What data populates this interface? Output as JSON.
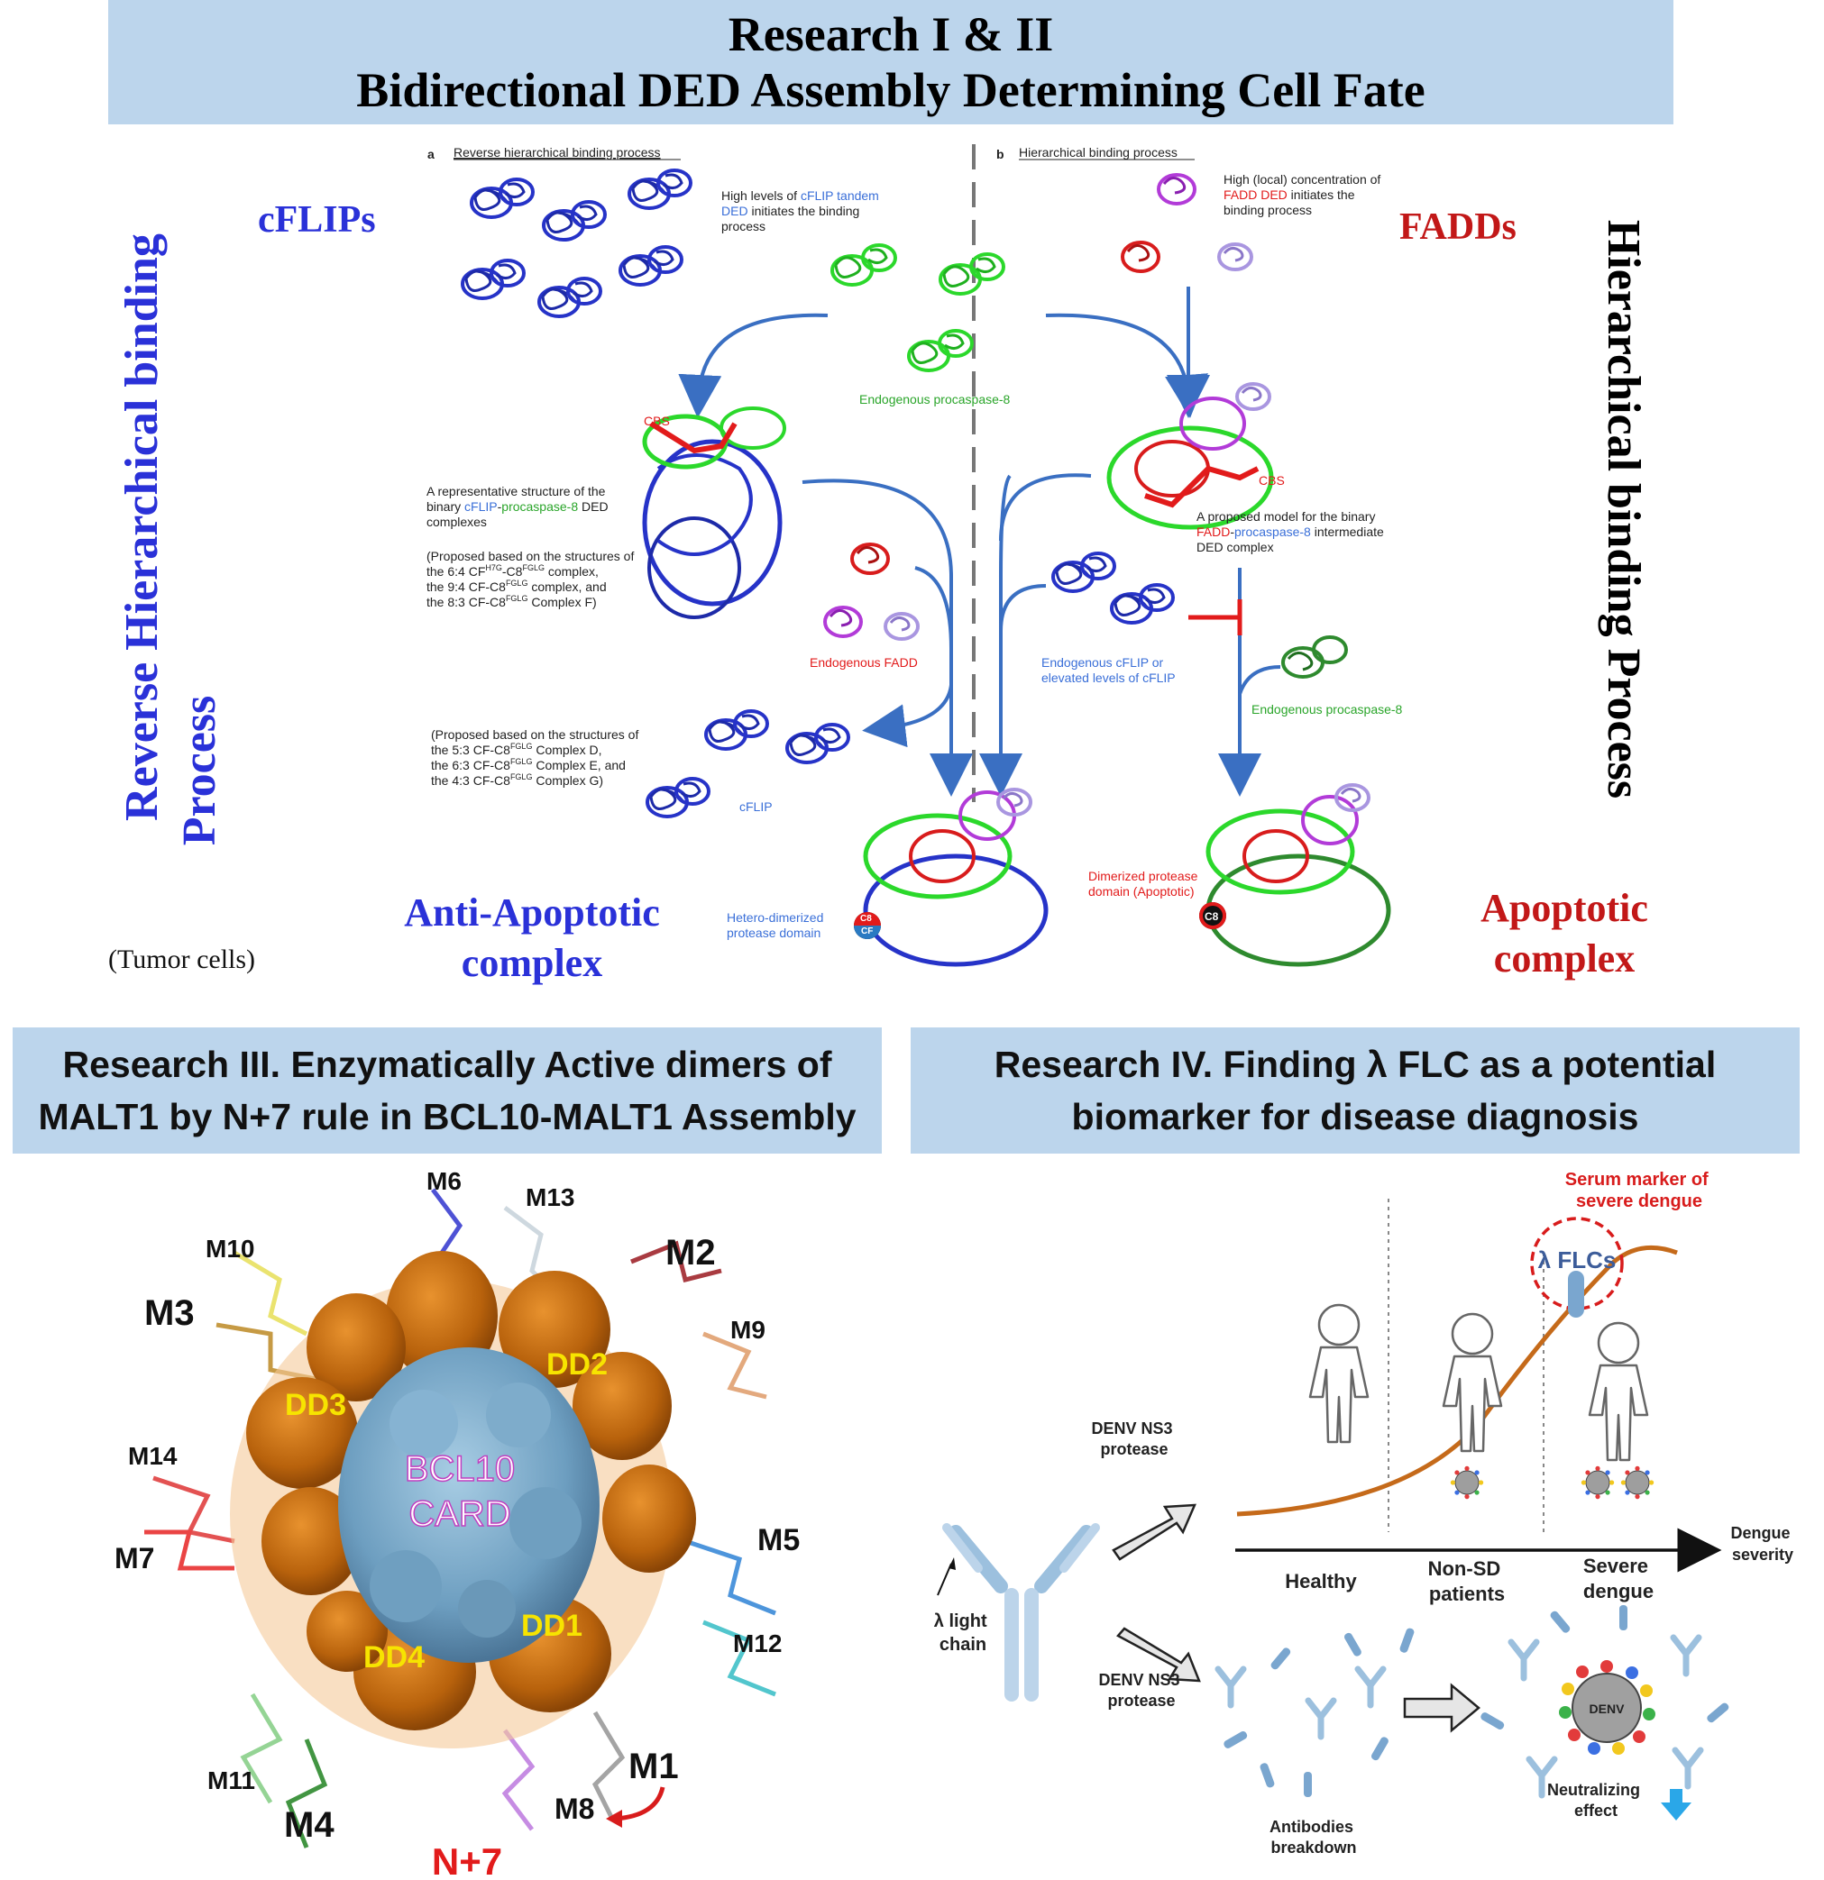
{
  "top": {
    "title_line1": "Research I & II",
    "title_line2": "Bidirectional DED Assembly Determining Cell Fate",
    "left_vertical": "Reverse Hierarchical binding",
    "left_vertical2": "Process",
    "right_vertical": "Hierarchical binding Process",
    "cflips": "cFLIPs",
    "fadds": "FADDs",
    "anti_apoptotic_1": "Anti-Apoptotic",
    "anti_apoptotic_2": "complex",
    "apoptotic_1": "Apoptotic",
    "apoptotic_2": "complex",
    "tumor_cells": "(Tumor cells)",
    "panel_a_letter": "a",
    "panel_a_title": "Reverse hierarchical binding process",
    "panel_b_letter": "b",
    "panel_b_title": "Hierarchical binding process",
    "note_cflip_1": "High levels of ",
    "note_cflip_2": "cFLIP tandem",
    "note_cflip_3": "DED",
    "note_cflip_4": " initiates the binding",
    "note_cflip_5": "process",
    "note_fadd_1": "High (local) concentration of",
    "note_fadd_2": "FADD DED",
    "note_fadd_3": " initiates the",
    "note_fadd_4": "binding process",
    "endogenous_procasp8": "Endogenous procaspase-8",
    "cbs": "CBS",
    "rep_structure_1": "A representative structure of the",
    "rep_structure_2": "binary ",
    "rep_structure_3": "cFLIP",
    "rep_structure_4": "-",
    "rep_structure_5": "procaspase-8",
    "rep_structure_6": " DED",
    "rep_structure_7": "complexes",
    "proposed_1a": "(Proposed based on the structures of",
    "proposed_1b": "the 6:4 CF",
    "proposed_1b_sup": "H7G",
    "proposed_1b2": "-C8",
    "proposed_1b2_sup": "FGLG",
    "proposed_1b3": " complex,",
    "proposed_1c": "the 9:4 CF-C8",
    "proposed_1c_sup": "FGLG",
    "proposed_1c2": " complex, and",
    "proposed_1d": "the 8:3 CF-C8",
    "proposed_1d_sup": "FGLG",
    "proposed_1d2": " Complex F)",
    "proposed_model_1": "A proposed model for the binary",
    "proposed_model_2": "FADD",
    "proposed_model_3": "-",
    "proposed_model_4": "procaspase-8",
    "proposed_model_5": " intermediate",
    "proposed_model_6": "DED complex",
    "endogenous_fadd": "Endogenous FADD",
    "endogenous_cflip_1": "Endogenous cFLIP or",
    "endogenous_cflip_2": "elevated levels of cFLIP",
    "endogenous_procasp8_b": "Endogenous procaspase-8",
    "proposed_2a": "(Proposed based on the structures of",
    "proposed_2b": "the 5:3 CF-C8",
    "proposed_2b_sup": "FGLG",
    "proposed_2b2": " Complex D,",
    "proposed_2c": "the 6:3 CF-C8",
    "proposed_2c_sup": "FGLG",
    "proposed_2c2": " Complex E, and",
    "proposed_2d": "the 4:3 CF-C8",
    "proposed_2d_sup": "FGLG",
    "proposed_2d2": " Complex G)",
    "cflip_label": "cFLIP",
    "hetero_1": "Hetero-dimerized",
    "hetero_2": "protease domain",
    "dimerized_1": "Dimerized protease",
    "dimerized_2": "domain  (Apoptotic)",
    "c8": "C8",
    "cf": "CF"
  },
  "research3": {
    "title_line1": "Research III. Enzymatically Active dimers of",
    "title_line2": "MALT1 by N+7 rule in BCL10-MALT1 Assembly",
    "center_1": "BCL10",
    "center_2": "CARD",
    "dd1": "DD1",
    "dd2": "DD2",
    "dd3": "DD3",
    "dd4": "DD4",
    "m1": "M1",
    "m2": "M2",
    "m3": "M3",
    "m4": "M4",
    "m5": "M5",
    "m6": "M6",
    "m7": "M7",
    "m8": "M8",
    "m9": "M9",
    "m10": "M10",
    "m11": "M11",
    "m12": "M12",
    "m13": "M13",
    "m14": "M14",
    "rule": "N+7"
  },
  "research4": {
    "title_line1": "Research IV. Finding λ FLC as a potential",
    "title_line2": "biomarker for disease diagnosis",
    "serum_1": "Serum marker of",
    "serum_2": "severe dengue",
    "flcs": "λ FLCs",
    "denv_ns3_top_1": "DENV NS3",
    "denv_ns3_top_2": "protease",
    "denv_ns3_bot_1": "DENV NS3",
    "denv_ns3_bot_2": "protease",
    "light_chain_1": "λ light",
    "light_chain_2": "chain",
    "healthy": "Healthy",
    "nonsd_1": "Non-SD",
    "nonsd_2": "patients",
    "severe_1": "Severe",
    "severe_2": "dengue",
    "dengue_sev_1": "Dengue",
    "dengue_sev_2": "severity",
    "antibodies_1": "Antibodies",
    "antibodies_2": "breakdown",
    "neutral_1": "Neutralizing",
    "neutral_2": "effect",
    "denv": "DENV"
  }
}
